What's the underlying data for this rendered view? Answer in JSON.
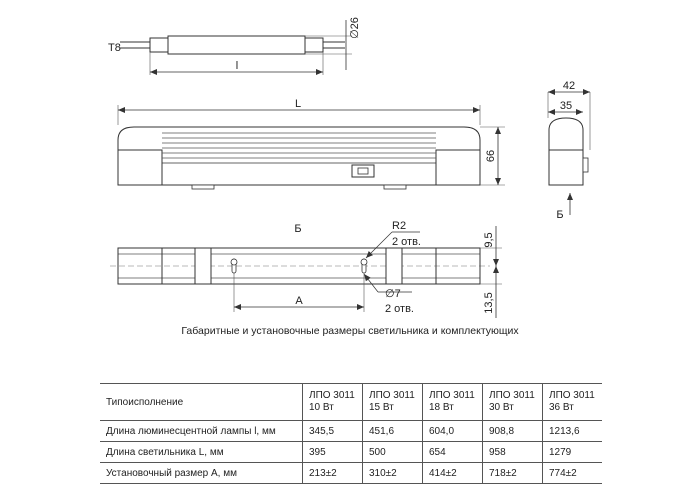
{
  "labels": {
    "lamp_type": "T8",
    "lamp_diameter": "∅26",
    "lamp_length": "l",
    "fixture_length": "L",
    "height": "66",
    "width_outer": "42",
    "width_inner": "35",
    "view_b_arrow": "Б",
    "view_b_title": "Б",
    "radius": "R2",
    "radius_count": "2 отв.",
    "hole_diameter": "∅7",
    "hole_count": "2 отв.",
    "mount_size": "A",
    "dim_top": "9,5",
    "dim_bottom": "13,5"
  },
  "caption": "Габаритные и установочные размеры светильника и комплектующих",
  "table": {
    "header_label": "Типоисполнение",
    "columns": [
      {
        "line1": "ЛПО 3011",
        "line2": "10 Вт"
      },
      {
        "line1": "ЛПО 3011",
        "line2": "15 Вт"
      },
      {
        "line1": "ЛПО 3011",
        "line2": "18 Вт"
      },
      {
        "line1": "ЛПО 3011",
        "line2": "30 Вт"
      },
      {
        "line1": "ЛПО 3011",
        "line2": "36 Вт"
      }
    ],
    "rows": [
      {
        "label": "Длина люминесцентной лампы l, мм",
        "values": [
          "345,5",
          "451,6",
          "604,0",
          "908,8",
          "1213,6"
        ]
      },
      {
        "label": "Длина светильника L, мм",
        "values": [
          "395",
          "500",
          "654",
          "958",
          "1279"
        ]
      },
      {
        "label": "Установочный размер А, мм",
        "values": [
          "213±2",
          "310±2",
          "414±2",
          "718±2",
          "774±2"
        ]
      }
    ]
  }
}
